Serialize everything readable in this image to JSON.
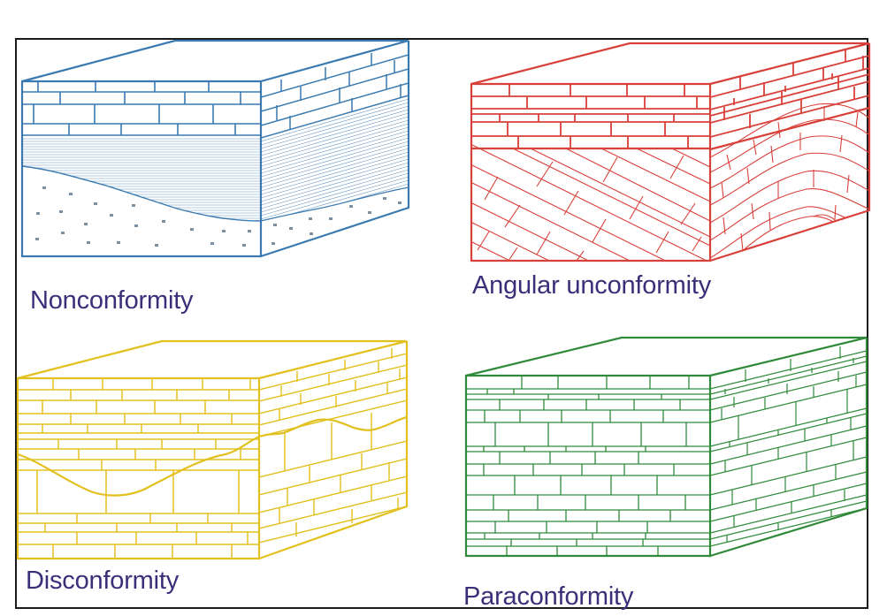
{
  "figure": {
    "panels": [
      {
        "id": "nonconformity",
        "label": "Nonconformity",
        "color": "#3a7ab0",
        "description": "Block with horizontal brick-bedded layers and finely laminated strata overlying dotted igneous/metamorphic rock along an irregular erosional surface"
      },
      {
        "id": "angular-unconformity",
        "label": "Angular unconformity",
        "color": "#d8403a",
        "description": "Horizontal brick-bedded layers overlying tilted and folded strata"
      },
      {
        "id": "disconformity",
        "label": "Disconformity",
        "color": "#e2c01e",
        "description": "Parallel brick-bedded layers separated by a wavy irregular erosional surface"
      },
      {
        "id": "paraconformity",
        "label": "Paraconformity",
        "color": "#2f8a3a",
        "description": "Parallel brick-bedded layers with no visible erosional surface"
      }
    ],
    "label_color": "#3b2f7a",
    "frame_color": "#1a1a1a"
  }
}
